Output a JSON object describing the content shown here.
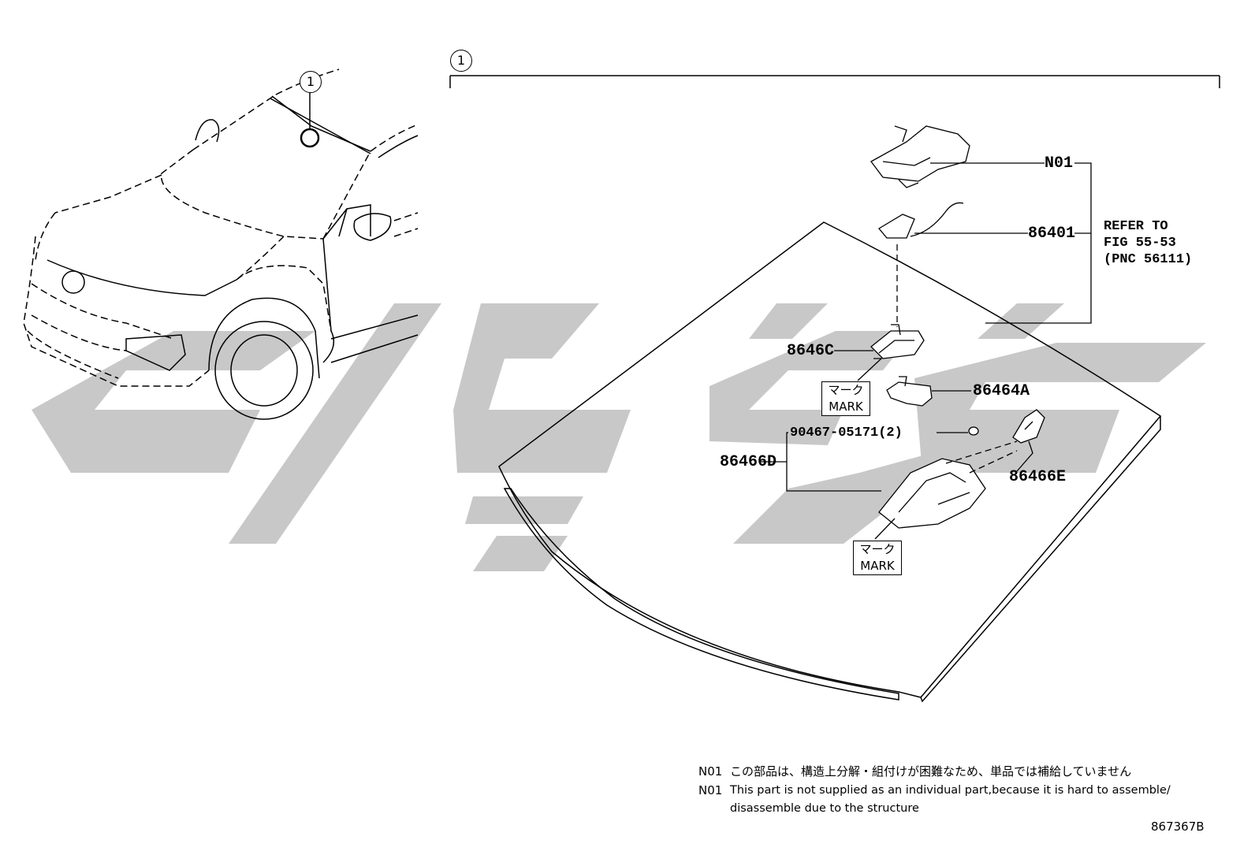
{
  "callout_1": "1",
  "parts": {
    "n01": "N01",
    "p86401": "86401",
    "p8646c": "8646C",
    "p86464a": "86464A",
    "p90467": "90467-05171(2)",
    "p86466d": "86466D",
    "p86466e": "86466E"
  },
  "refer": {
    "line1": "REFER TO",
    "line2": "FIG 55-53",
    "line3": "(PNC 56111)"
  },
  "mark_label": {
    "jp": "マーク",
    "en": "MARK"
  },
  "notes": {
    "code_jp": "N01",
    "text_jp": "この部品は、構造上分解・組付けが困難なため、単品では補給していません",
    "code_en": "N01",
    "text_en_1": "This part is not supplied as an individual part,because it is hard to assemble/",
    "text_en_2": "disassemble due to the structure"
  },
  "figure_id": "867367B",
  "watermark": {
    "color": "#c8c8c8"
  }
}
